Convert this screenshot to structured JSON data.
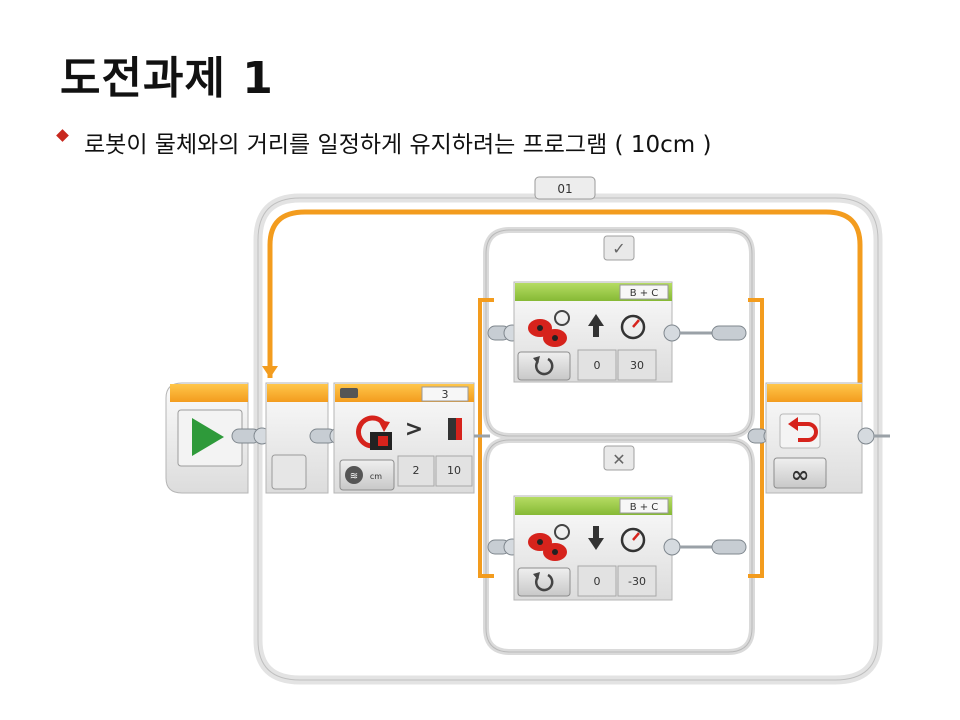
{
  "slide": {
    "title": "도전과제 1",
    "bullet": "로봇이 물체와의 거리를 일정하게 유지하려는 프로그램 ( 10cm )"
  },
  "program": {
    "loop_label": "01",
    "loop_icon": "loop-refresh-icon",
    "loop_mode_icon": "infinity-icon",
    "loop_mode_symbol": "∞",
    "start_icon": "play-icon",
    "switch": {
      "port": "3",
      "sensor_icon": "ultrasonic-sensor-icon",
      "mode_icon": "distance-cm-icon",
      "mode_unit": "cm",
      "compare_symbol": ">",
      "compare_type": "2",
      "threshold": "10",
      "true_case_icon": "check-icon",
      "true_case_symbol": "✓",
      "false_case_icon": "x-icon",
      "false_case_symbol": "✕"
    },
    "move_true": {
      "ports": "B + C",
      "steering": "0",
      "power": "30",
      "direction_icon": "arrow-up-icon"
    },
    "move_false": {
      "ports": "B + C",
      "steering": "0",
      "power": "-30",
      "direction_icon": "arrow-down-icon"
    },
    "colors": {
      "flow_orange": "#f39c1e",
      "action_green": "#8fc23e",
      "start_green": "#2e9a3a",
      "loop_red": "#d6231c"
    }
  }
}
